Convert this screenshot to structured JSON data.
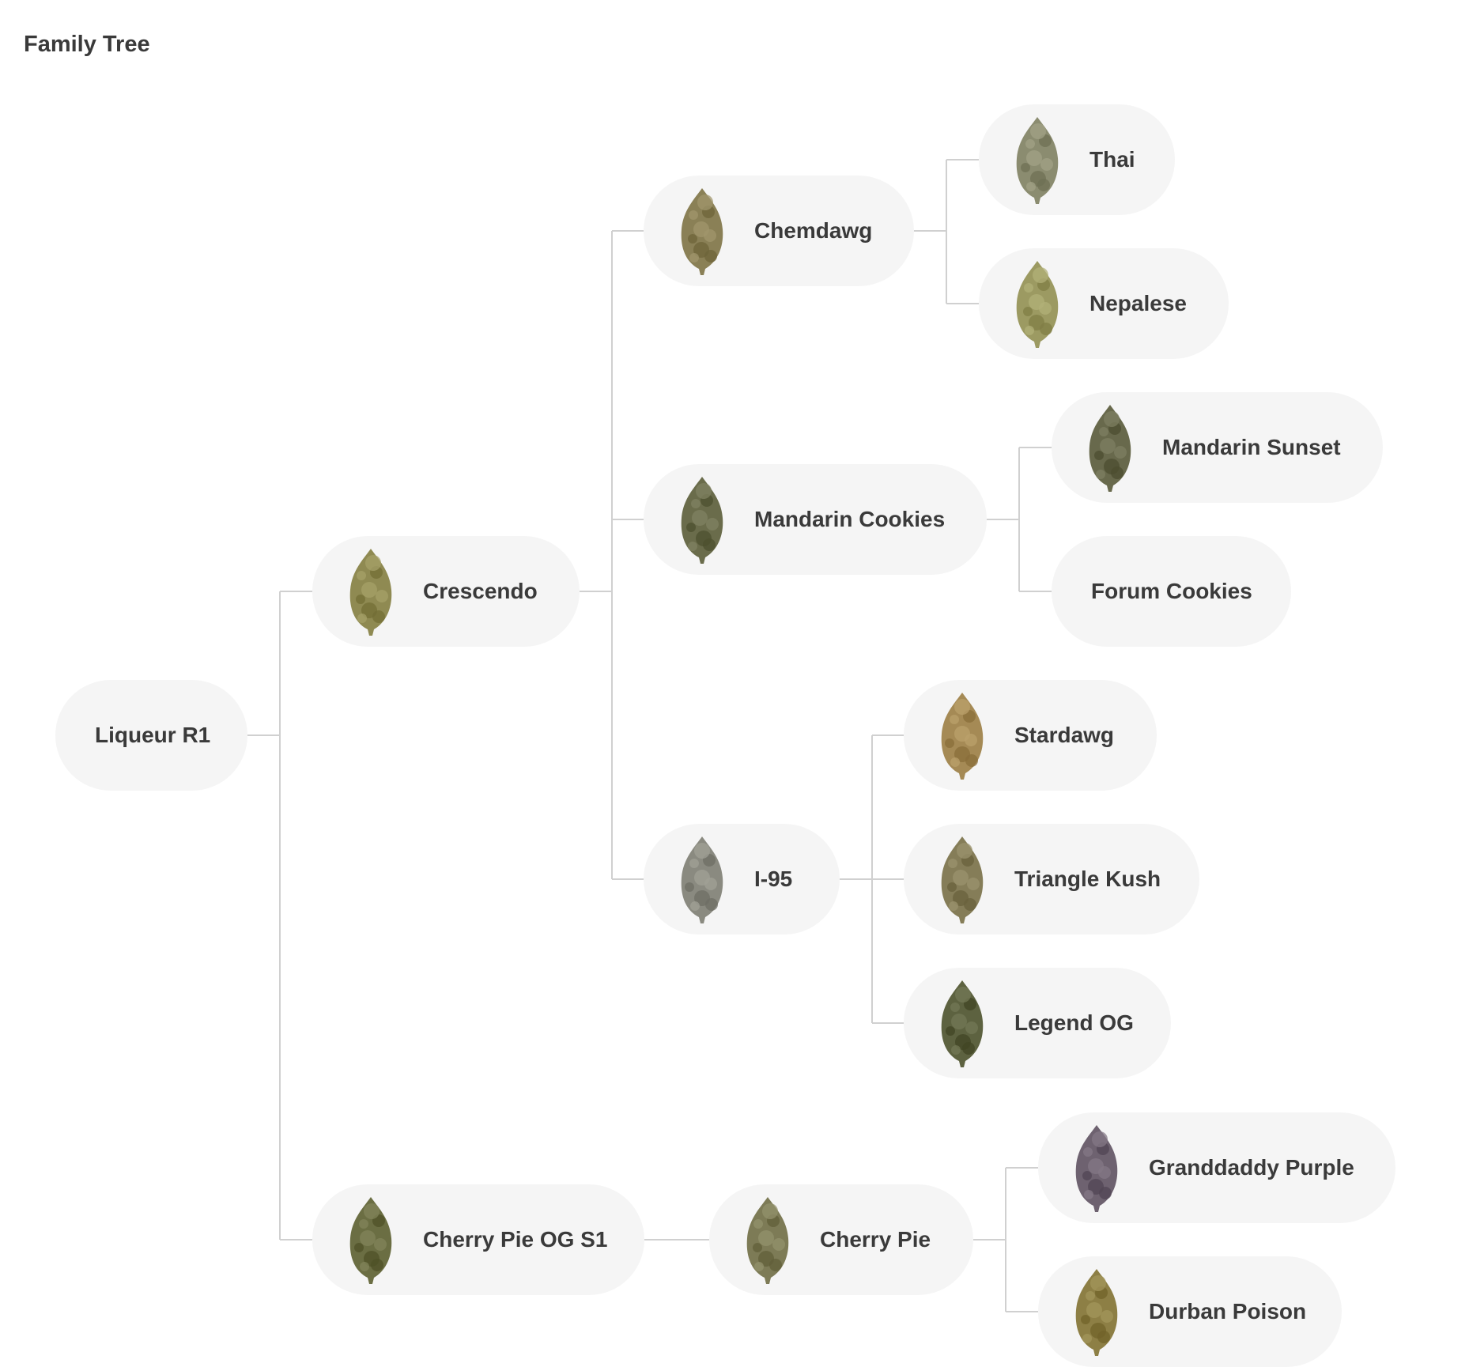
{
  "title": "Family Tree",
  "colors": {
    "node_bg": "#f5f5f5",
    "line": "#d0d0d0",
    "text": "#3a3a3a"
  },
  "nodes": {
    "liqueur_r1": {
      "label": "Liqueur R1",
      "icon": null
    },
    "crescendo": {
      "label": "Crescendo",
      "icon": "bud-icon",
      "tone": "#8f8a52"
    },
    "cherry_pie_og_s1": {
      "label": "Cherry Pie OG S1",
      "icon": "bud-icon",
      "tone": "#6b6e43"
    },
    "chemdawg": {
      "label": "Chemdawg",
      "icon": "bud-icon",
      "tone": "#8a8056"
    },
    "mandarin_cookies": {
      "label": "Mandarin Cookies",
      "icon": "bud-icon",
      "tone": "#6a6c4b"
    },
    "i95": {
      "label": "I-95",
      "icon": "bud-icon",
      "tone": "#8a8a80"
    },
    "cherry_pie": {
      "label": "Cherry Pie",
      "icon": "bud-icon",
      "tone": "#7d7b56"
    },
    "thai": {
      "label": "Thai",
      "icon": "bud-icon",
      "tone": "#8b8c70"
    },
    "nepalese": {
      "label": "Nepalese",
      "icon": "bud-icon",
      "tone": "#9c9a62"
    },
    "mandarin_sunset": {
      "label": "Mandarin Sunset",
      "icon": "bud-icon",
      "tone": "#68694c"
    },
    "forum_cookies": {
      "label": "Forum Cookies",
      "icon": null
    },
    "stardawg": {
      "label": "Stardawg",
      "icon": "bud-icon",
      "tone": "#a58a55"
    },
    "triangle_kush": {
      "label": "Triangle Kush",
      "icon": "bud-icon",
      "tone": "#857d58"
    },
    "legend_og": {
      "label": "Legend OG",
      "icon": "bud-icon",
      "tone": "#5d6240"
    },
    "granddaddy_purple": {
      "label": "Granddaddy Purple",
      "icon": "bud-icon",
      "tone": "#6e6270"
    },
    "durban_poison": {
      "label": "Durban Poison",
      "icon": "bud-icon",
      "tone": "#8d7f45"
    }
  },
  "edges": [
    [
      "liqueur_r1",
      "crescendo"
    ],
    [
      "liqueur_r1",
      "cherry_pie_og_s1"
    ],
    [
      "crescendo",
      "chemdawg"
    ],
    [
      "crescendo",
      "mandarin_cookies"
    ],
    [
      "crescendo",
      "i95"
    ],
    [
      "chemdawg",
      "thai"
    ],
    [
      "chemdawg",
      "nepalese"
    ],
    [
      "mandarin_cookies",
      "mandarin_sunset"
    ],
    [
      "mandarin_cookies",
      "forum_cookies"
    ],
    [
      "i95",
      "stardawg"
    ],
    [
      "i95",
      "triangle_kush"
    ],
    [
      "i95",
      "legend_og"
    ],
    [
      "cherry_pie_og_s1",
      "cherry_pie"
    ],
    [
      "cherry_pie",
      "granddaddy_purple"
    ],
    [
      "cherry_pie",
      "durban_poison"
    ]
  ]
}
